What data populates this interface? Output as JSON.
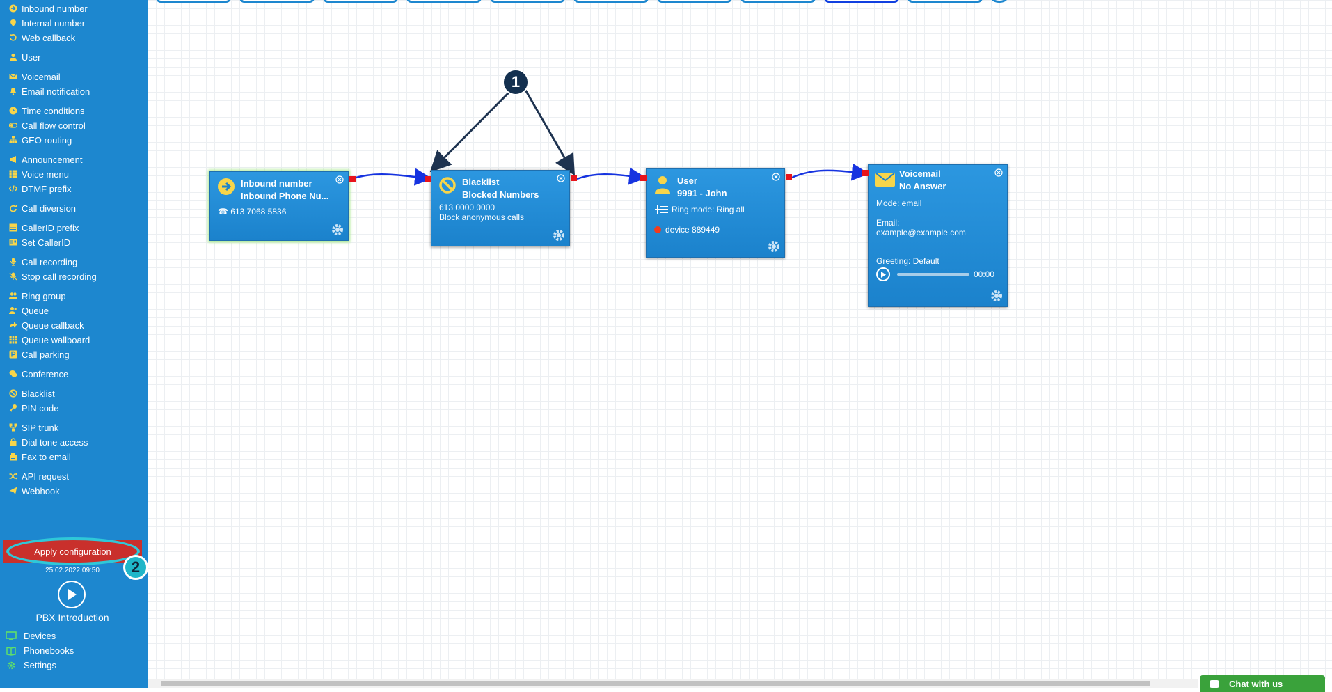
{
  "sidebar": {
    "items": [
      {
        "label": "Inbound number",
        "icon": "arrow-circle-icon"
      },
      {
        "label": "Internal number",
        "icon": "map-pin-icon"
      },
      {
        "label": "Web callback",
        "icon": "callback-icon"
      },
      {
        "label": "User",
        "icon": "user-icon"
      },
      {
        "label": "Voicemail",
        "icon": "envelope-icon"
      },
      {
        "label": "Email notification",
        "icon": "bell-icon"
      },
      {
        "label": "Time conditions",
        "icon": "clock-icon"
      },
      {
        "label": "Call flow control",
        "icon": "toggle-icon"
      },
      {
        "label": "GEO routing",
        "icon": "sitemap-icon"
      },
      {
        "label": "Announcement",
        "icon": "megaphone-icon"
      },
      {
        "label": "Voice menu",
        "icon": "grid-icon"
      },
      {
        "label": "DTMF prefix",
        "icon": "code-icon"
      },
      {
        "label": "Call diversion",
        "icon": "redo-icon"
      },
      {
        "label": "CallerID prefix",
        "icon": "list-icon"
      },
      {
        "label": "Set CallerID",
        "icon": "id-card-icon"
      },
      {
        "label": "Call recording",
        "icon": "microphone-icon"
      },
      {
        "label": "Stop call recording",
        "icon": "microphone-slash-icon"
      },
      {
        "label": "Ring group",
        "icon": "users-icon"
      },
      {
        "label": "Queue",
        "icon": "user-plus-icon"
      },
      {
        "label": "Queue callback",
        "icon": "share-icon"
      },
      {
        "label": "Queue wallboard",
        "icon": "table-icon"
      },
      {
        "label": "Call parking",
        "icon": "parking-icon"
      },
      {
        "label": "Conference",
        "icon": "comments-icon"
      },
      {
        "label": "Blacklist",
        "icon": "ban-icon"
      },
      {
        "label": "PIN code",
        "icon": "key-icon"
      },
      {
        "label": "SIP trunk",
        "icon": "network-icon"
      },
      {
        "label": "Dial tone access",
        "icon": "lock-icon"
      },
      {
        "label": "Fax to email",
        "icon": "fax-icon"
      },
      {
        "label": "API request",
        "icon": "random-icon"
      },
      {
        "label": "Webhook",
        "icon": "paper-plane-icon"
      }
    ],
    "apply_label": "Apply configuration",
    "apply_date": "25.02.2022 09:50",
    "intro_label": "PBX Introduction",
    "bottom_items": [
      {
        "label": "Devices",
        "icon": "monitor-icon"
      },
      {
        "label": "Phonebooks",
        "icon": "book-icon"
      },
      {
        "label": "Settings",
        "icon": "gear-icon"
      }
    ]
  },
  "callouts": {
    "one": "1",
    "two": "2"
  },
  "nodes": {
    "inbound": {
      "type": "Inbound number",
      "name": "Inbound Phone Nu...",
      "number": "613 7068 5836"
    },
    "blacklist": {
      "type": "Blacklist",
      "name": "Blocked Numbers",
      "number": "613 0000 0000",
      "note": "Block anonymous calls"
    },
    "user": {
      "type": "User",
      "name": "9991 - John",
      "ring_mode": "Ring mode: Ring all",
      "device": "device 889449"
    },
    "voicemail": {
      "type": "Voicemail",
      "name": "No Answer",
      "mode": "Mode: email",
      "email_label": "Email:",
      "email": "example@example.com",
      "greeting": "Greeting: Default",
      "time": "00:00"
    }
  },
  "chat_label": "Chat with us",
  "colors": {
    "sidebar": "#1d87cf",
    "node": "#2290da",
    "port": "#e8141b",
    "apply": "#c9302c",
    "callout2": "#1fb6c9",
    "callout1": "#14304f"
  }
}
